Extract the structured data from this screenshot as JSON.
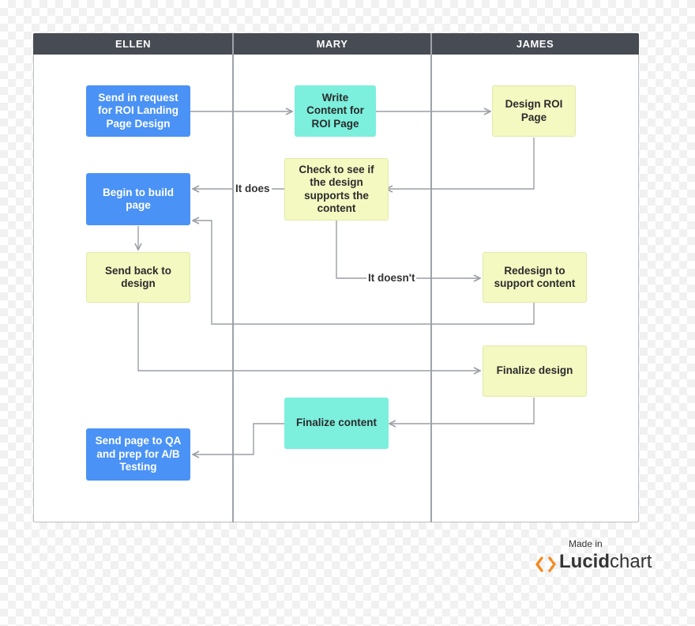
{
  "lanes": [
    {
      "title": "ELLEN"
    },
    {
      "title": "MARY"
    },
    {
      "title": "JAMES"
    }
  ],
  "nodes": {
    "send_request": "Send in request\nfor ROI Landing\nPage Design",
    "write_content": "Write\nContent for\nROI Page",
    "design_roi": "Design ROI\nPage",
    "check_design": "Check to see if\nthe design\nsupports the\ncontent",
    "begin_build": "Begin to build\npage",
    "send_back": "Send back to\ndesign",
    "redesign": "Redesign to\nsupport content",
    "finalize_design": "Finalize design",
    "finalize_content": "Finalize content",
    "send_qa": "Send page to QA\nand prep for A/B\nTesting"
  },
  "edge_labels": {
    "it_does": "It does",
    "it_doesnt": "It doesn't"
  },
  "colors": {
    "ellen_task": "#4a92f5",
    "james_task": "#f4f8c1",
    "mary_content": "#7cefdd",
    "lane_header": "#474b54",
    "connector": "#9a9ea5",
    "brand_orange": "#f58a1f"
  },
  "branding": {
    "made_in": "Made in",
    "brand_strong": "Lucid",
    "brand_light": "chart"
  }
}
